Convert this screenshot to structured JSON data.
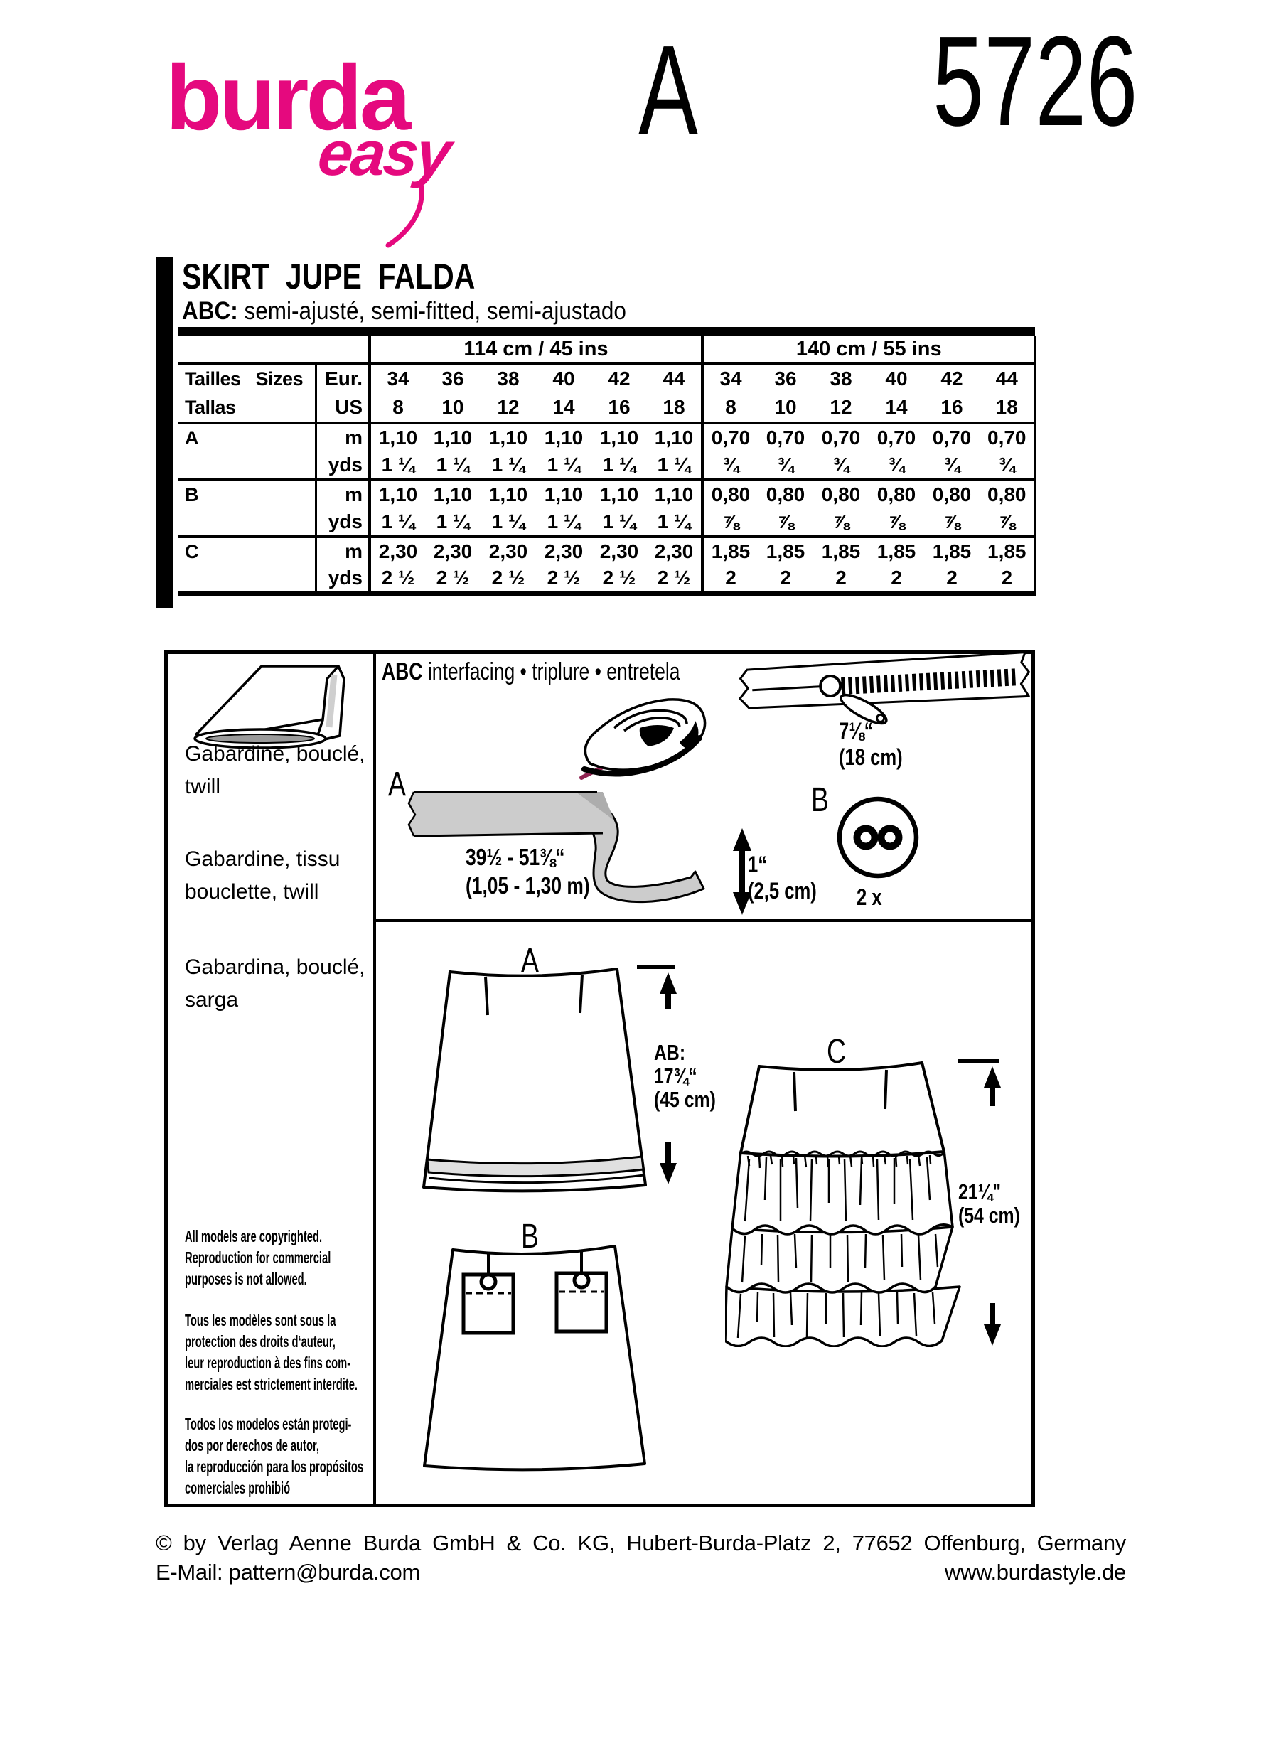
{
  "header": {
    "brand": "burda",
    "brand_sub": "easy",
    "view_letter": "A",
    "pattern_number": "5726"
  },
  "title": {
    "name": "SKIRT  JUPE  FALDA",
    "abc": "ABC:",
    "fit": " semi-ajusté, semi-fitted, semi-ajustado"
  },
  "table": {
    "group1": "114 cm / 45 ins",
    "group2": "140 cm / 55 ins",
    "label_line1": "Tailles   Sizes",
    "label_line2": "Tallas",
    "eur": "Eur.",
    "us": "US",
    "m": "m",
    "yds": "yds",
    "eur_sizes": [
      "34",
      "36",
      "38",
      "40",
      "42",
      "44",
      "34",
      "36",
      "38",
      "40",
      "42",
      "44"
    ],
    "us_sizes": [
      "8",
      "10",
      "12",
      "14",
      "16",
      "18",
      "8",
      "10",
      "12",
      "14",
      "16",
      "18"
    ],
    "rows": [
      {
        "view": "A",
        "m": [
          "1,10",
          "1,10",
          "1,10",
          "1,10",
          "1,10",
          "1,10",
          "0,70",
          "0,70",
          "0,70",
          "0,70",
          "0,70",
          "0,70"
        ],
        "yds": [
          "1 ¼",
          "1 ¼",
          "1 ¼",
          "1 ¼",
          "1 ¼",
          "1 ¼",
          "¾",
          "¾",
          "¾",
          "¾",
          "¾",
          "¾"
        ]
      },
      {
        "view": "B",
        "m": [
          "1,10",
          "1,10",
          "1,10",
          "1,10",
          "1,10",
          "1,10",
          "0,80",
          "0,80",
          "0,80",
          "0,80",
          "0,80",
          "0,80"
        ],
        "yds": [
          "1 ¼",
          "1 ¼",
          "1 ¼",
          "1 ¼",
          "1 ¼",
          "1 ¼",
          "⅞",
          "⅞",
          "⅞",
          "⅞",
          "⅞",
          "⅞"
        ]
      },
      {
        "view": "C",
        "m": [
          "2,30",
          "2,30",
          "2,30",
          "2,30",
          "2,30",
          "2,30",
          "1,85",
          "1,85",
          "1,85",
          "1,85",
          "1,85",
          "1,85"
        ],
        "yds": [
          "2 ½",
          "2 ½",
          "2 ½",
          "2 ½",
          "2 ½",
          "2 ½",
          "2",
          "2",
          "2",
          "2",
          "2",
          "2"
        ]
      }
    ]
  },
  "fabrics": {
    "en": "Gabardine, bouclé,\ntwill",
    "fr": "Gabardine, tissu\nbouclette, twill",
    "es": "Gabardina, bouclé,\nsarga"
  },
  "interfacing": {
    "abc": "ABC",
    "label": " interfacing • triplure • entretela",
    "zipper_size": "7⅛“\n(18 cm)",
    "view_a": "A",
    "strip_range": "39½ - 51⅜“\n(1,05 - 1,30 m)",
    "button_size": "1“\n(2,5 cm)",
    "view_b": "B",
    "button_qty": "2 x"
  },
  "sketches": {
    "view_a": "A",
    "view_b": "B",
    "view_c": "C",
    "ab_length": "AB:\n17¾“\n(45 cm)",
    "c_length": "21¼\"\n(54 cm)"
  },
  "copyright": {
    "en": "All models are copyrighted.\nReproduction for commercial\npurposes is not allowed.",
    "fr": "Tous les modèles sont sous la\nprotection des droits d‘auteur,\nleur reproduction à des fins com-\nmerciales est strictement interdite.",
    "es": "Todos los modelos están protegi-\ndos por derechos de autor,\nla reproducción para los propósitos\ncomerciales prohibió"
  },
  "footer": {
    "line1": "© by Verlag Aenne Burda GmbH & Co. KG, Hubert-Burda-Platz 2, 77652 Offenburg, Germany",
    "email": "E-Mail: pattern@burda.com",
    "website": "www.burdastyle.de"
  },
  "colors": {
    "brand_pink": "#e5097e"
  }
}
